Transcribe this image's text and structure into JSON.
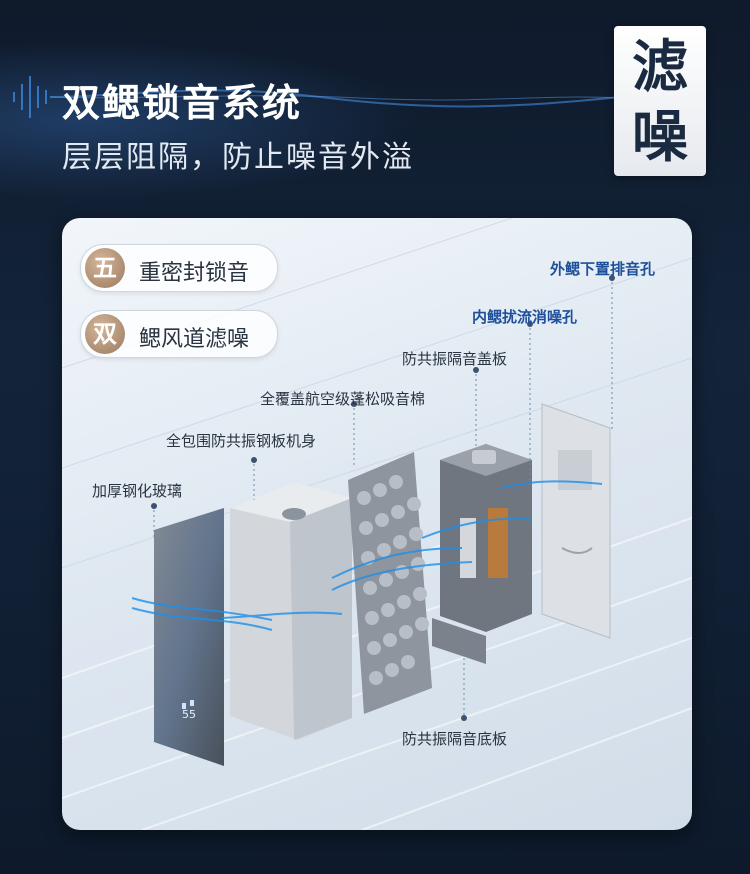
{
  "header": {
    "title": "双鳃锁音系统",
    "subtitle": "层层阻隔，防止噪音外溢",
    "vertical_badge": [
      "滤",
      "噪"
    ]
  },
  "features": [
    {
      "badge": "五",
      "label": "重密封锁音"
    },
    {
      "badge": "双",
      "label": "鳃风道滤噪"
    }
  ],
  "callouts": {
    "outer_gill": "外鳃下置排音孔",
    "inner_gill": "内鳃扰流消噪孔",
    "top_plate": "防共振隔音盖板",
    "cotton": "全覆盖航空级蓬松吸音棉",
    "steel_body": "全包围防共振钢板机身",
    "glass": "加厚钢化玻璃",
    "bottom_plate": "防共振隔音底板"
  },
  "panel_display": "55",
  "colors": {
    "background": "#0f1a2b",
    "accent_blue": "#1e4f9a",
    "badge_gold": "#b8977a"
  }
}
